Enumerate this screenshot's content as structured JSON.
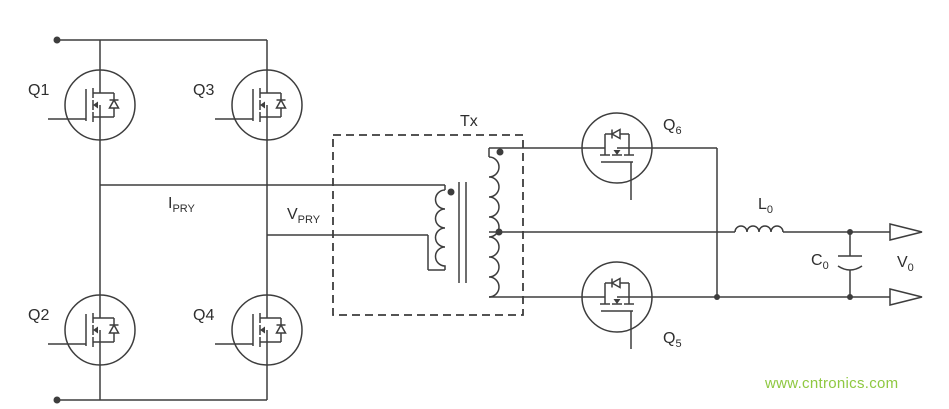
{
  "diagram": {
    "colors": {
      "wire": "#3d3d3d",
      "background": "#ffffff",
      "watermark": "#8fc841"
    },
    "labels": {
      "q1": "Q1",
      "q2": "Q2",
      "q3": "Q3",
      "q4": "Q4",
      "q5": {
        "main": "Q",
        "sub": "5"
      },
      "q6": {
        "main": "Q",
        "sub": "6"
      },
      "ipry": {
        "main": "I",
        "sub": "PRY"
      },
      "vpry": {
        "main": "V",
        "sub": "PRY"
      },
      "tx": "Tx",
      "l0": {
        "main": "L",
        "sub": "0"
      },
      "c0": {
        "main": "C",
        "sub": "0"
      },
      "v0": {
        "main": "V",
        "sub": "0"
      }
    },
    "watermark": {
      "text": "www.cntronics.com"
    }
  }
}
